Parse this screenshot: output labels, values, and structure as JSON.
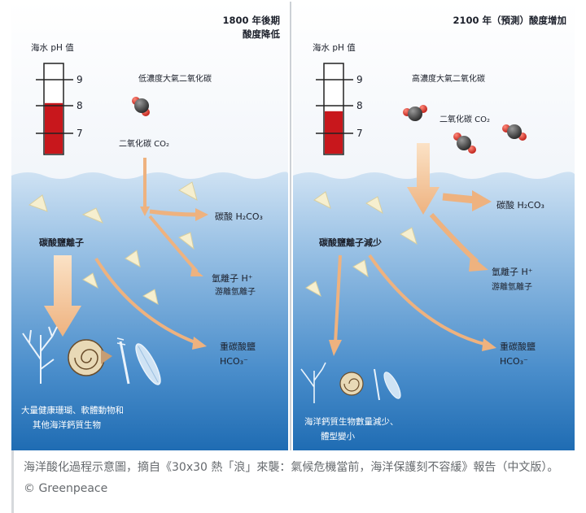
{
  "left": {
    "title_line1": "1800 年後期",
    "title_line2": "酸度降低",
    "ph_title": "海水 pH 值",
    "ph_ticks": [
      "9",
      "8",
      "7"
    ],
    "ph_level": 8.1,
    "atm_label": "低濃度大氣二氧化碳",
    "co2_label": "二氧化碳 CO₂",
    "carbonic_acid": "碳酸 H₂CO₃",
    "hydrogen_ion": "氫離子 H⁺",
    "free_hydrogen": "游離氫離子",
    "carbonate_ion": "碳酸鹽離子",
    "bicarbonate": "重碳酸鹽",
    "bicarbonate_formula": "HCO₃⁻",
    "organisms_line1": "大量健康珊瑚、軟體動物和",
    "organisms_line2": "其他海洋鈣質生物"
  },
  "right": {
    "title": "2100 年（預測）酸度增加",
    "ph_title": "海水 pH 值",
    "ph_ticks": [
      "9",
      "8",
      "7"
    ],
    "ph_level": 7.8,
    "atm_label": "高濃度大氣二氧化碳",
    "co2_label": "二氧化碳 CO₂",
    "carbonic_acid": "碳酸 H₂CO₃",
    "hydrogen_ion": "氫離子 H⁺",
    "free_hydrogen": "游離氫離子",
    "carbonate_ion": "碳酸鹽離子減少",
    "bicarbonate": "重碳酸鹽",
    "bicarbonate_formula": "HCO₃⁻",
    "organisms_line1": "海洋鈣質生物數量減少、",
    "organisms_line2": "體型變小"
  },
  "caption": {
    "text": "海洋酸化過程示意圖，摘自《30x30 熱「浪」來襲：氣候危機當前，海洋保護刻不容緩》報告（中文版）。© Greenpeace"
  },
  "colors": {
    "sky_top": "#ffffff",
    "sky_bottom": "#dfe7f3",
    "ocean_top": "#c8def2",
    "ocean_bottom": "#1f6fb6",
    "arrow": "#f3c69a",
    "mercury": "#c8171c"
  }
}
